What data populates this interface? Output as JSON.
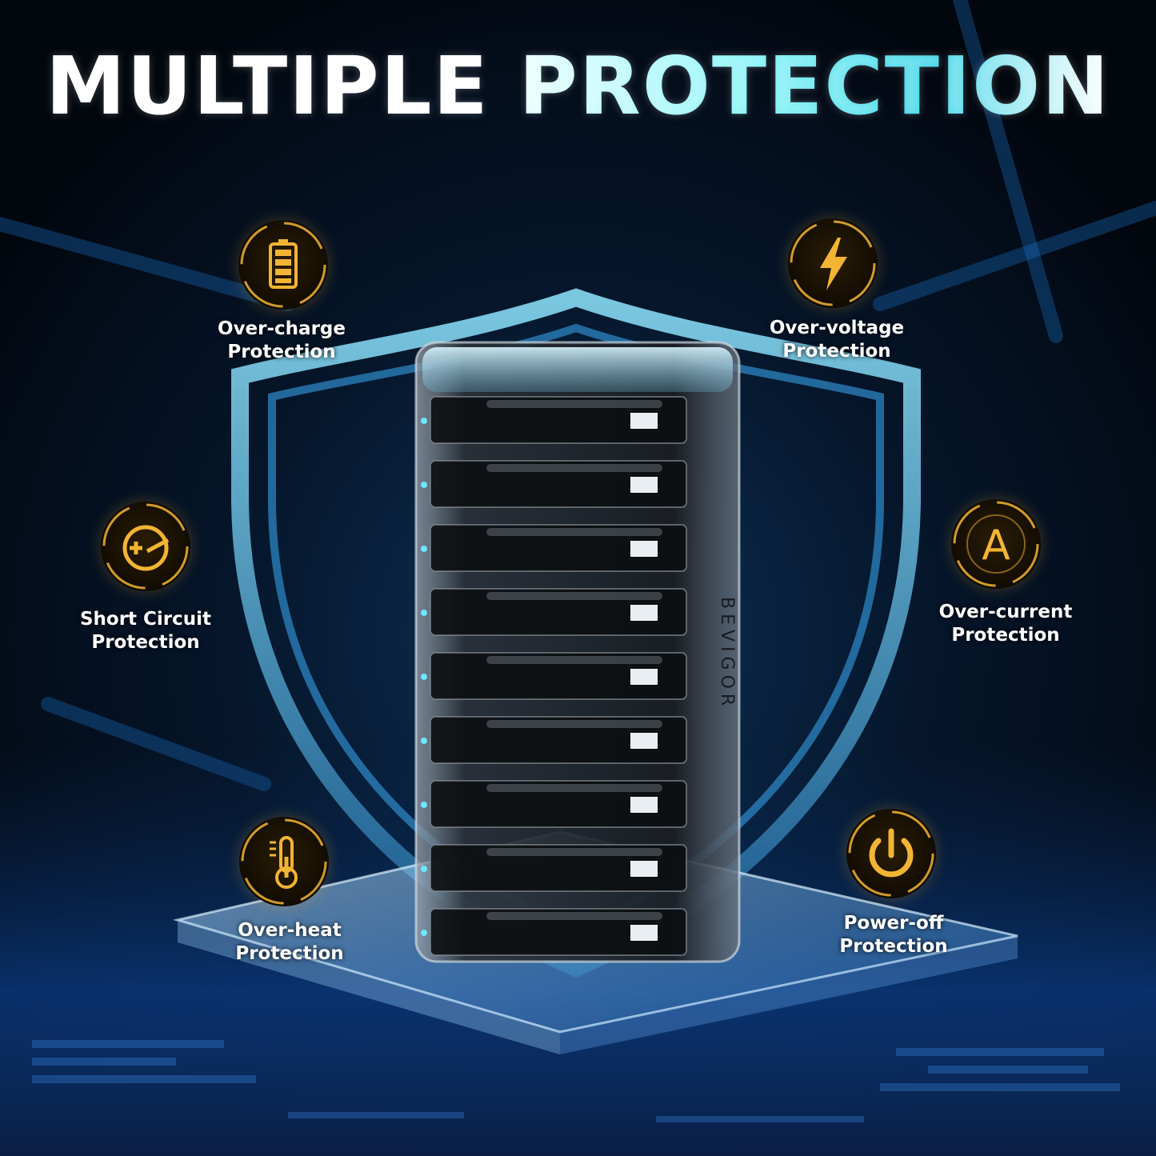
{
  "headline": {
    "part1": "MULTIPLE ",
    "part2": "PROTECTION"
  },
  "product": {
    "brand": "BEVIGOR"
  },
  "features": [
    {
      "id": "over-charge",
      "line1": "Over-charge",
      "line2": "Protection",
      "icon": "battery-icon"
    },
    {
      "id": "over-voltage",
      "line1": "Over-voltage",
      "line2": "Protection",
      "icon": "lightning-bolt-icon"
    },
    {
      "id": "short-circuit",
      "line1": "Short Circuit",
      "line2": "Protection",
      "icon": "short-circuit-icon"
    },
    {
      "id": "over-current",
      "line1": "Over-current",
      "line2": "Protection",
      "icon": "ampere-icon"
    },
    {
      "id": "over-heat",
      "line1": "Over-heat",
      "line2": "Protection",
      "icon": "thermometer-icon"
    },
    {
      "id": "power-off",
      "line1": "Power-off",
      "line2": "Protection",
      "icon": "power-icon"
    }
  ],
  "colors": {
    "accent_gold": "#f2b533",
    "accent_cyan": "#4ee0ee",
    "background": "#02060d"
  }
}
